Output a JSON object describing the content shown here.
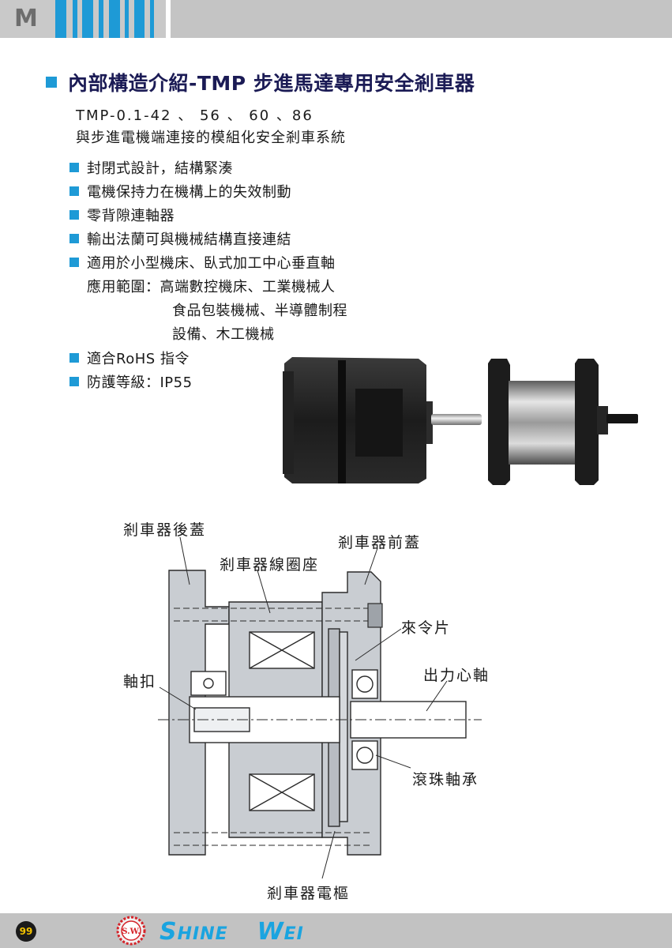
{
  "header": {
    "section_letter": "M",
    "stripe_color": "#1e9ad6"
  },
  "title": "內部構造介紹-TMP 步進馬達專用安全剎車器",
  "model_line": "TMP-0.1-42 、 56 、 60 、86",
  "subtitle": "與步進電機端連接的模組化安全剎車系統",
  "features": [
    "封閉式設計，結構緊湊",
    "電機保持力在機構上的失效制動",
    "零背隙連軸器",
    "輸出法蘭可與機械結構直接連結",
    "適用於小型機床、臥式加工中心垂直軸"
  ],
  "application": {
    "label_line": "應用範圍：高端數控機床、工業機械人",
    "line2": "食品包裝機械、半導體制程",
    "line3": "設備、木工機械"
  },
  "features_after": [
    "適合RoHS 指令",
    "防護等級：IP55"
  ],
  "diagram_labels": {
    "rear_cover": "剎車器後蓋",
    "front_cover": "剎車器前蓋",
    "coil_seat": "剎車器線圈座",
    "friction_plate": "來令片",
    "shaft_clamp": "軸扣",
    "output_shaft": "出力心軸",
    "ball_bearing": "滾珠軸承",
    "armature": "剎車器電樞"
  },
  "footer": {
    "page_number": "99",
    "logo_initials": "S.W.",
    "brand_first_initial": "S",
    "brand_first_rest": "HINE",
    "brand_second_initial": "W",
    "brand_second_rest": "EI",
    "brand_color": "#1aa4e0"
  }
}
